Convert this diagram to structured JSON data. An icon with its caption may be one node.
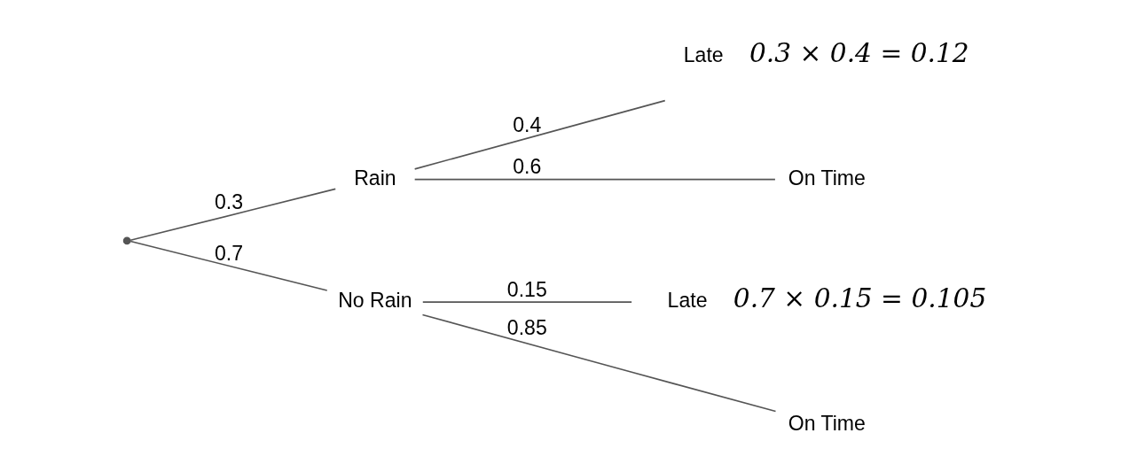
{
  "diagram": {
    "nodes": [
      {
        "text": [],
        "shape": "point"
      },
      {
        "text": [
          "Rain"
        ]
      },
      {
        "text": [
          "No Rain"
        ]
      },
      {
        "text": [
          "Late"
        ],
        "beside": [
          "0.3 × 0.4 = 0.12"
        ]
      },
      {
        "text": [
          "On Time"
        ]
      },
      {
        "text": [
          "Late"
        ],
        "beside": [
          "0.7 × 0.15 = 0.105"
        ]
      },
      {
        "text": [
          "On Time"
        ]
      }
    ],
    "edges": [
      {
        "from": 0,
        "to": 1,
        "arrow": "none",
        "label": "0.3"
      },
      {
        "from": 0,
        "to": 2,
        "arrow": "none",
        "label": "0.7"
      },
      {
        "from": 1,
        "to": 3,
        "arrow": "none",
        "label": "0.4"
      },
      {
        "from": 1,
        "to": 4,
        "arrow": "none",
        "label": "0.6"
      },
      {
        "from": 2,
        "to": 5,
        "arrow": "none",
        "label": "0.15"
      },
      {
        "from": 2,
        "to": 6,
        "arrow": "none",
        "label": "0.85"
      }
    ]
  }
}
